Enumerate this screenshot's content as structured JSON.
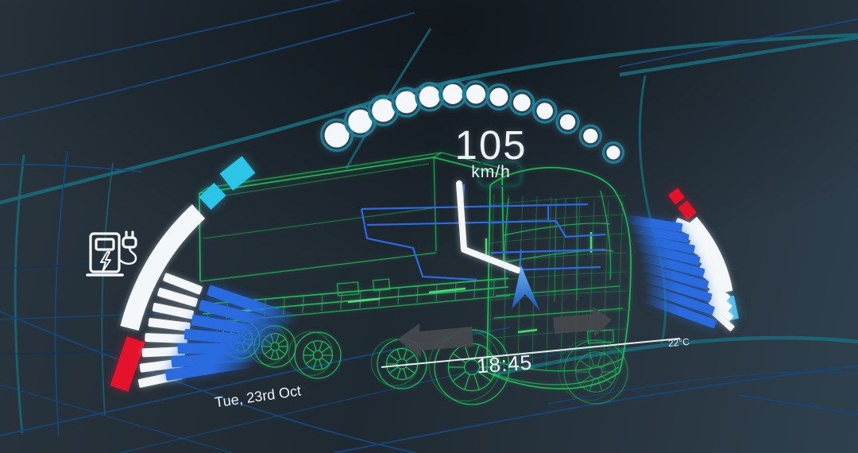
{
  "hud": {
    "speedometer": {
      "value": "105",
      "unit": "km/h",
      "dot_count": 13
    },
    "clock": {
      "time": "18:45",
      "date": "Tue, 23rd Oct"
    },
    "environment": {
      "outside_temperature": "22°C"
    },
    "battery_gauge": {
      "position": "left",
      "icon": "ev-charging-station-icon",
      "tick_count": 8,
      "bar_count": 7,
      "arc_segments": [
        "red",
        "white",
        "cyan",
        "cyan"
      ]
    },
    "temperature_gauge": {
      "position": "right",
      "tick_count": 12,
      "bar_count": 9,
      "arc_segments": [
        "red",
        "red",
        "white",
        "cyan"
      ]
    },
    "vehicle": {
      "type": "truck-wireframe"
    }
  },
  "colors": {
    "red": "#e4122a",
    "cyan": "#2cc5e8",
    "cyan_soft": "#4cbbe9",
    "bar_blue": "#2a6ce0",
    "ring_teal": "#1d7e97",
    "tick_white": "#f4f7f9",
    "truck_green": "#22c55e",
    "truck_green_bright": "#55e07c",
    "map_blue": "#2e6ef0",
    "nav_blue_light": "#6cb5f5",
    "nav_blue_dark": "#1b4fb0",
    "arrow_gray": "#46494c",
    "line_teal": "#186a7a",
    "line_blue": "#15487e",
    "line_navy": "#0e3560",
    "text_white": "#eef3f6"
  }
}
